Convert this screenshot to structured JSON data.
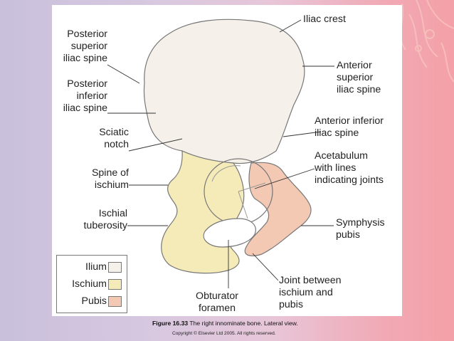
{
  "figure": {
    "caption_number": "Figure 16.33",
    "caption_text": "The right innominate bone. Lateral view.",
    "copyright": "Copyright © Elsevier Ltd 2005. All rights reserved."
  },
  "labels": {
    "iliac_crest": [
      "Iliac crest"
    ],
    "psis": [
      "Posterior",
      "superior",
      "iliac spine"
    ],
    "piis": [
      "Posterior",
      "inferior",
      "iliac spine"
    ],
    "sciatic_notch": [
      "Sciatic",
      "notch"
    ],
    "spine_of_ischium": [
      "Spine of",
      "ischium"
    ],
    "ischial_tuberosity": [
      "Ischial",
      "tuberosity"
    ],
    "asis": [
      "Anterior",
      "superior",
      "iliac spine"
    ],
    "aiis": [
      "Anterior inferior",
      "iliac spine"
    ],
    "acetabulum": [
      "Acetabulum",
      "with lines",
      "indicating joints"
    ],
    "symphysis_pubis": [
      "Symphysis",
      "pubis"
    ],
    "obturator_foramen": [
      "Obturator",
      "foramen"
    ],
    "joint_ischium_pubis": [
      "Joint between",
      "ischium and",
      "pubis"
    ]
  },
  "legend": [
    {
      "label": "Ilium",
      "color": "#f5f1ea"
    },
    {
      "label": "Ischium",
      "color": "#f5ebb8"
    },
    {
      "label": "Pubis",
      "color": "#f3c9b4"
    }
  ],
  "colors": {
    "ilium": "#f5f1ea",
    "ischium": "#f5ebb8",
    "pubis": "#f3c9b4",
    "outline": "#777777"
  }
}
